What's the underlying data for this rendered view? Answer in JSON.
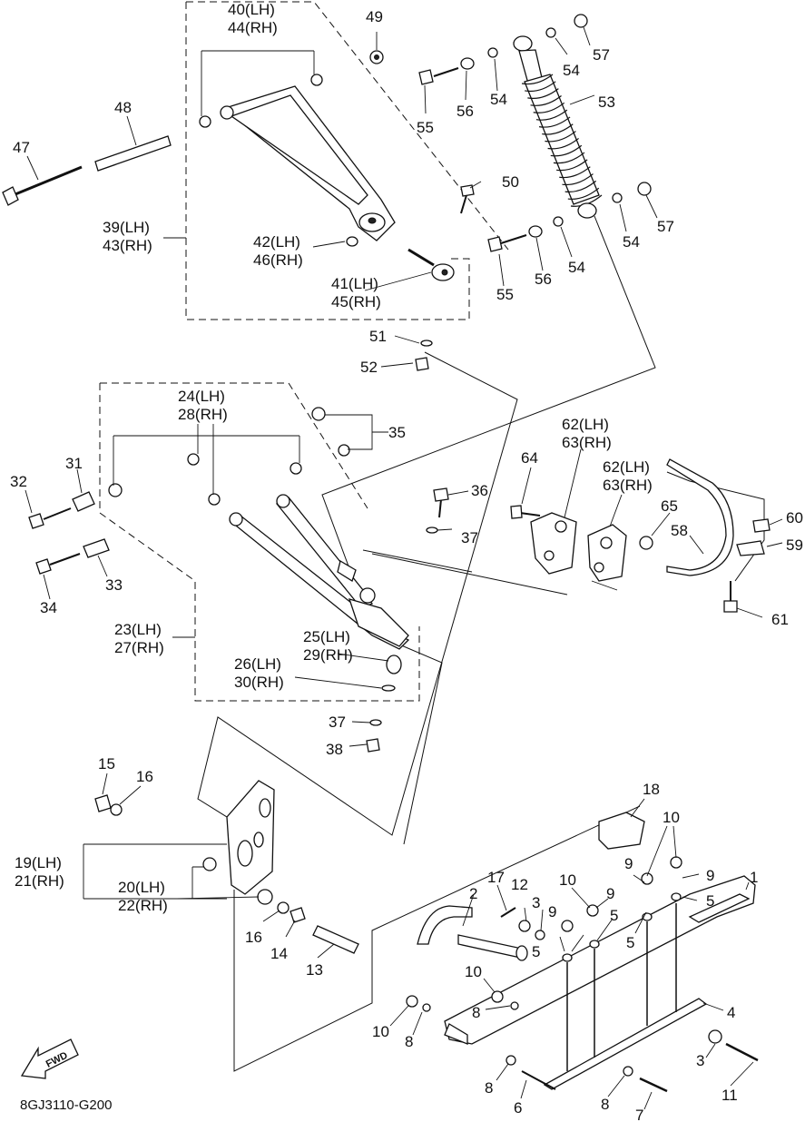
{
  "diagram": {
    "drawing_code": "8GJ3110-G200",
    "direction_marker": "FWD"
  },
  "callouts": {
    "c1": "1",
    "c2": "2",
    "c3a": "3",
    "c3b": "3",
    "c4": "4",
    "c5a": "5",
    "c5b": "5",
    "c5c": "5",
    "c5d": "5",
    "c6": "6",
    "c7": "7",
    "c8a": "8",
    "c8b": "8",
    "c8c": "8",
    "c8d": "8",
    "c9a": "9",
    "c9b": "9",
    "c9c": "9",
    "c9d": "9",
    "c10a": "10",
    "c10b": "10",
    "c10c": "10",
    "c10d": "10",
    "c11": "11",
    "c12": "12",
    "c13": "13",
    "c14": "14",
    "c15": "15",
    "c16a": "16",
    "c16b": "16",
    "c17": "17",
    "c18": "18",
    "c19": "19(LH)",
    "c21": "21(RH)",
    "c20": "20(LH)",
    "c22": "22(RH)",
    "c23": "23(LH)",
    "c27": "27(RH)",
    "c24": "24(LH)",
    "c28": "28(RH)",
    "c25": "25(LH)",
    "c29": "29(RH)",
    "c26": "26(LH)",
    "c30": "30(RH)",
    "c31": "31",
    "c32": "32",
    "c33": "33",
    "c34": "34",
    "c35": "35",
    "c36": "36",
    "c37a": "37",
    "c37b": "37",
    "c38": "38",
    "c39": "39(LH)",
    "c43": "43(RH)",
    "c40": "40(LH)",
    "c44": "44(RH)",
    "c41": "41(LH)",
    "c45": "45(RH)",
    "c42": "42(LH)",
    "c46": "46(RH)",
    "c47": "47",
    "c48": "48",
    "c49": "49",
    "c50": "50",
    "c51": "51",
    "c52": "52",
    "c53": "53",
    "c54a": "54",
    "c54b": "54",
    "c54c": "54",
    "c54d": "54",
    "c55a": "55",
    "c55b": "55",
    "c56a": "56",
    "c56b": "56",
    "c57a": "57",
    "c57b": "57",
    "c58": "58",
    "c59": "59",
    "c60": "60",
    "c61": "61",
    "c62a": "62(LH)",
    "c63a": "63(RH)",
    "c62b": "62(LH)",
    "c63b": "63(RH)",
    "c64": "64",
    "c65": "65"
  }
}
